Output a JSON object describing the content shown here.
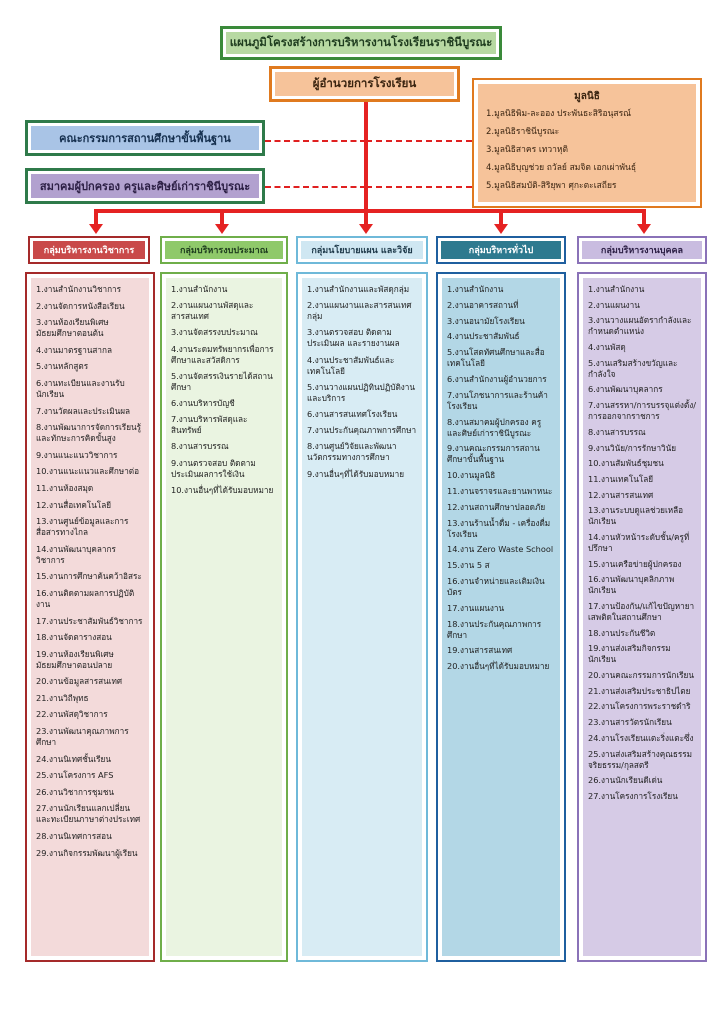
{
  "title": "แผนภูมิโครงสร้างการบริหารงานโรงเรียนราชินีบูรณะ",
  "director": "ผู้อำนวยการโรงเรียน",
  "committee": "คณะกรรมการสถานศึกษาขั้นพื้นฐาน",
  "parents_association": "สมาคมผู้ปกครอง ครูและศิษย์เก่าราชินีบูรณะ",
  "foundation": {
    "title": "มูลนิธิ",
    "items": [
      "1.มูลนิธิพิม-ละออง ประพันธะสิริอนุสรณ์",
      "2.มูลนิธิราชินีบูรณะ",
      "3.มูลนิธิสาคร เทวาหุติ",
      "4.มูลนิธิบุญช่วย ถวัลย์ สมจิต เอกเผ่าพันธุ์",
      "5.มูลนิธิสมบัติ-สิริยุพา ศุกะตะเสถียร"
    ]
  },
  "colors": {
    "arrow": "#e52222",
    "title_fill": "#b7d9a2",
    "director_fill": "#f6c39a",
    "committee_fill": "#a9c4e6",
    "parents_fill": "#b2a1cf"
  },
  "groups": [
    {
      "name": "กลุ่มบริหารงานวิชาการ",
      "header_fill": "#c94a4a",
      "header_text": "#ffffff",
      "border": "#a52a2a",
      "body_fill": "#f3dada",
      "items": [
        "1.งานสำนักงานวิชาการ",
        "2.งานจัดการหนังสือเรียน",
        "3.งานห้องเรียนพิเศษ มัธยมศึกษาตอนต้น",
        "4.งานมาตรฐานสากล",
        "5.งานหลักสูตร",
        "6.งานทะเบียนและงานรับนักเรียน",
        "7.งานวัดผลและประเมินผล",
        "8.งานพัฒนาการจัดการเรียนรู้และทักษะการคิดขั้นสูง",
        "9.งานแนะแนววิชาการ",
        "10.งานแนะแนวและศึกษาต่อ",
        "11.งานห้องสมุด",
        "12.งานสื่อเทคโนโลยี",
        "13.งานศูนย์ข้อมูลและการสื่อสารทางไกล",
        "14.งานพัฒนาบุคลากรวิชาการ",
        "15.งานการศึกษาค้นคว้าอิสระ",
        "16.งานติดตามผลการปฏิบัติงาน",
        "17.งานประชาสัมพันธ์วิชาการ",
        "18.งานจัดตารางสอน",
        "19.งานห้องเรียนพิเศษ มัธยมศึกษาตอนปลาย",
        "20.งานข้อมูลสารสนเทศ",
        "21.งานวิถีพุทธ",
        "22.งานพัสดุวิชาการ",
        "23.งานพัฒนาคุณภาพการศึกษา",
        "24.งานนิเทศชั้นเรียน",
        "25.งานโครงการ AFS",
        "26.งานวิชาการชุมชน",
        "27.งานนักเรียนแลกเปลี่ยนและทะเบียนภาษาต่างประเทศ",
        "28.งานนิเทศการสอน",
        "29.งานกิจกรรมพัฒนาผู้เรียน"
      ]
    },
    {
      "name": "กลุ่มบริหารงบประมาณ",
      "header_fill": "#8fc96a",
      "header_text": "#1f3d1f",
      "border": "#6fae4a",
      "body_fill": "#eaf4e1",
      "items": [
        "1.งานสำนักงาน",
        "2.งานแผนงานพัสดุและสารสนเทศ",
        "3.งานจัดสรรงบประมาณ",
        "4.งานระดมทรัพยากรเพื่อการศึกษาและสวัสดิการ",
        "5.งานจัดสรรเงินรายได้สถานศึกษา",
        "6.งานบริหารบัญชี",
        "7.งานบริหารพัสดุและสินทรัพย์",
        "8.งานสารบรรณ",
        "9.งานตรวจสอบ ติดตาม ประเมินผลการใช้เงิน",
        "10.งานอื่นๆที่ได้รับมอบหมาย"
      ]
    },
    {
      "name": "กลุ่มนโยบายแผน และวิจัย",
      "header_fill": "#cfe7f2",
      "header_text": "#1f3a4a",
      "border": "#6fb9d9",
      "body_fill": "#d8ecf4",
      "items": [
        "1.งานสำนักงานและพัสดุกลุ่ม",
        "2.งานแผนงานและสารสนเทศกลุ่ม",
        "3.งานตรวจสอบ ติดตาม ประเมินผล และรายงานผล",
        "4.งานประชาสัมพันธ์และเทคโนโลยี",
        "5.งานวางแผนปฏิทินปฏิบัติงานและบริการ",
        "6.งานสารสนเทศโรงเรียน",
        "7.งานประกันคุณภาพการศึกษา",
        "8.งานศูนย์วิจัยและพัฒนานวัตกรรมทางการศึกษา",
        "9.งานอื่นๆที่ได้รับมอบหมาย"
      ]
    },
    {
      "name": "กลุ่มบริหารทั่วไป",
      "header_fill": "#2e7a8f",
      "header_text": "#ffffff",
      "border": "#1f5f9f",
      "body_fill": "#b3d7e6",
      "items": [
        "1.งานสำนักงาน",
        "2.งานอาคารสถานที่",
        "3.งานอนามัยโรงเรียน",
        "4.งานประชาสัมพันธ์",
        "5.งานโสตทัศนศึกษาและสื่อเทคโนโลยี",
        "6.งานสำนักงานผู้อำนวยการ",
        "7.งานโภชนาการและร้านค้าโรงเรียน",
        "8.งานสมาคมผู้ปกครอง ครูและศิษย์เก่าราชินีบูรณะ",
        "9.งานคณะกรรมการสถานศึกษาขั้นพื้นฐาน",
        "10.งานมูลนิธิ",
        "11.งานจราจรและยานพาหนะ",
        "12.งานสถานศึกษาปลอดภัย",
        "13.งานร้านน้ำดื่ม - เครื่องดื่มโรงเรียน",
        "14.งาน Zero Waste School",
        "15.งาน 5 ส",
        "16.งานจำหน่ายและเติมเงินบัตร",
        "17.งานแผนงาน",
        "18.งานประกันคุณภาพการศึกษา",
        "19.งานสารสนเทศ",
        "20.งานอื่นๆที่ได้รับมอบหมาย"
      ]
    },
    {
      "name": "กลุ่มบริหารงานบุคคล",
      "header_fill": "#c9bce0",
      "header_text": "#2c1f45",
      "border": "#8a72b8",
      "body_fill": "#d6cbe6",
      "items": [
        "1.งานสำนักงาน",
        "2.งานแผนงาน",
        "3.งานวางแผนอัตรากำลังและกำหนดตำแหน่ง",
        "4.งานพัสดุ",
        "5.งานเสริมสร้างขวัญและกำลังใจ",
        "6.งานพัฒนาบุคลากร",
        "7.งานสรรหา/การบรรจุแต่งตั้ง/การออกจากราชการ",
        "8.งานสารบรรณ",
        "9.งานวินัย/การรักษาวินัย",
        "10.งานสัมพันธ์ชุมชน",
        "11.งานเทคโนโลยี",
        "12.งานสารสนเทศ",
        "13.งานระบบดูแลช่วยเหลือนักเรียน",
        "14.งานหัวหน้าระดับชั้น/ครูที่ปรึกษา",
        "15.งานเครือข่ายผู้ปกครอง",
        "16.งานพัฒนาบุคลิกภาพนักเรียน",
        "17.งานป้องกัน/แก้ไขปัญหายาเสพติดในสถานศึกษา",
        "18.งานประกันชีวิต",
        "19.งานส่งเสริมกิจกรรมนักเรียน",
        "20.งานคณะกรรมการนักเรียน",
        "21.งานส่งเสริมประชาธิปไตย",
        "22.งานโครงการพระราชดำริ",
        "23.งานสารวัตรนักเรียน",
        "24.งานโรงเรียนแตะริ่งแตะซึ่ง",
        "25.งานส่งเสริมสร้างคุณธรรม จริยธรรม/กุลสตรี",
        "26.งานนักเรียนดีเด่น",
        "27.งานโครงการโรงเรียน"
      ]
    }
  ]
}
